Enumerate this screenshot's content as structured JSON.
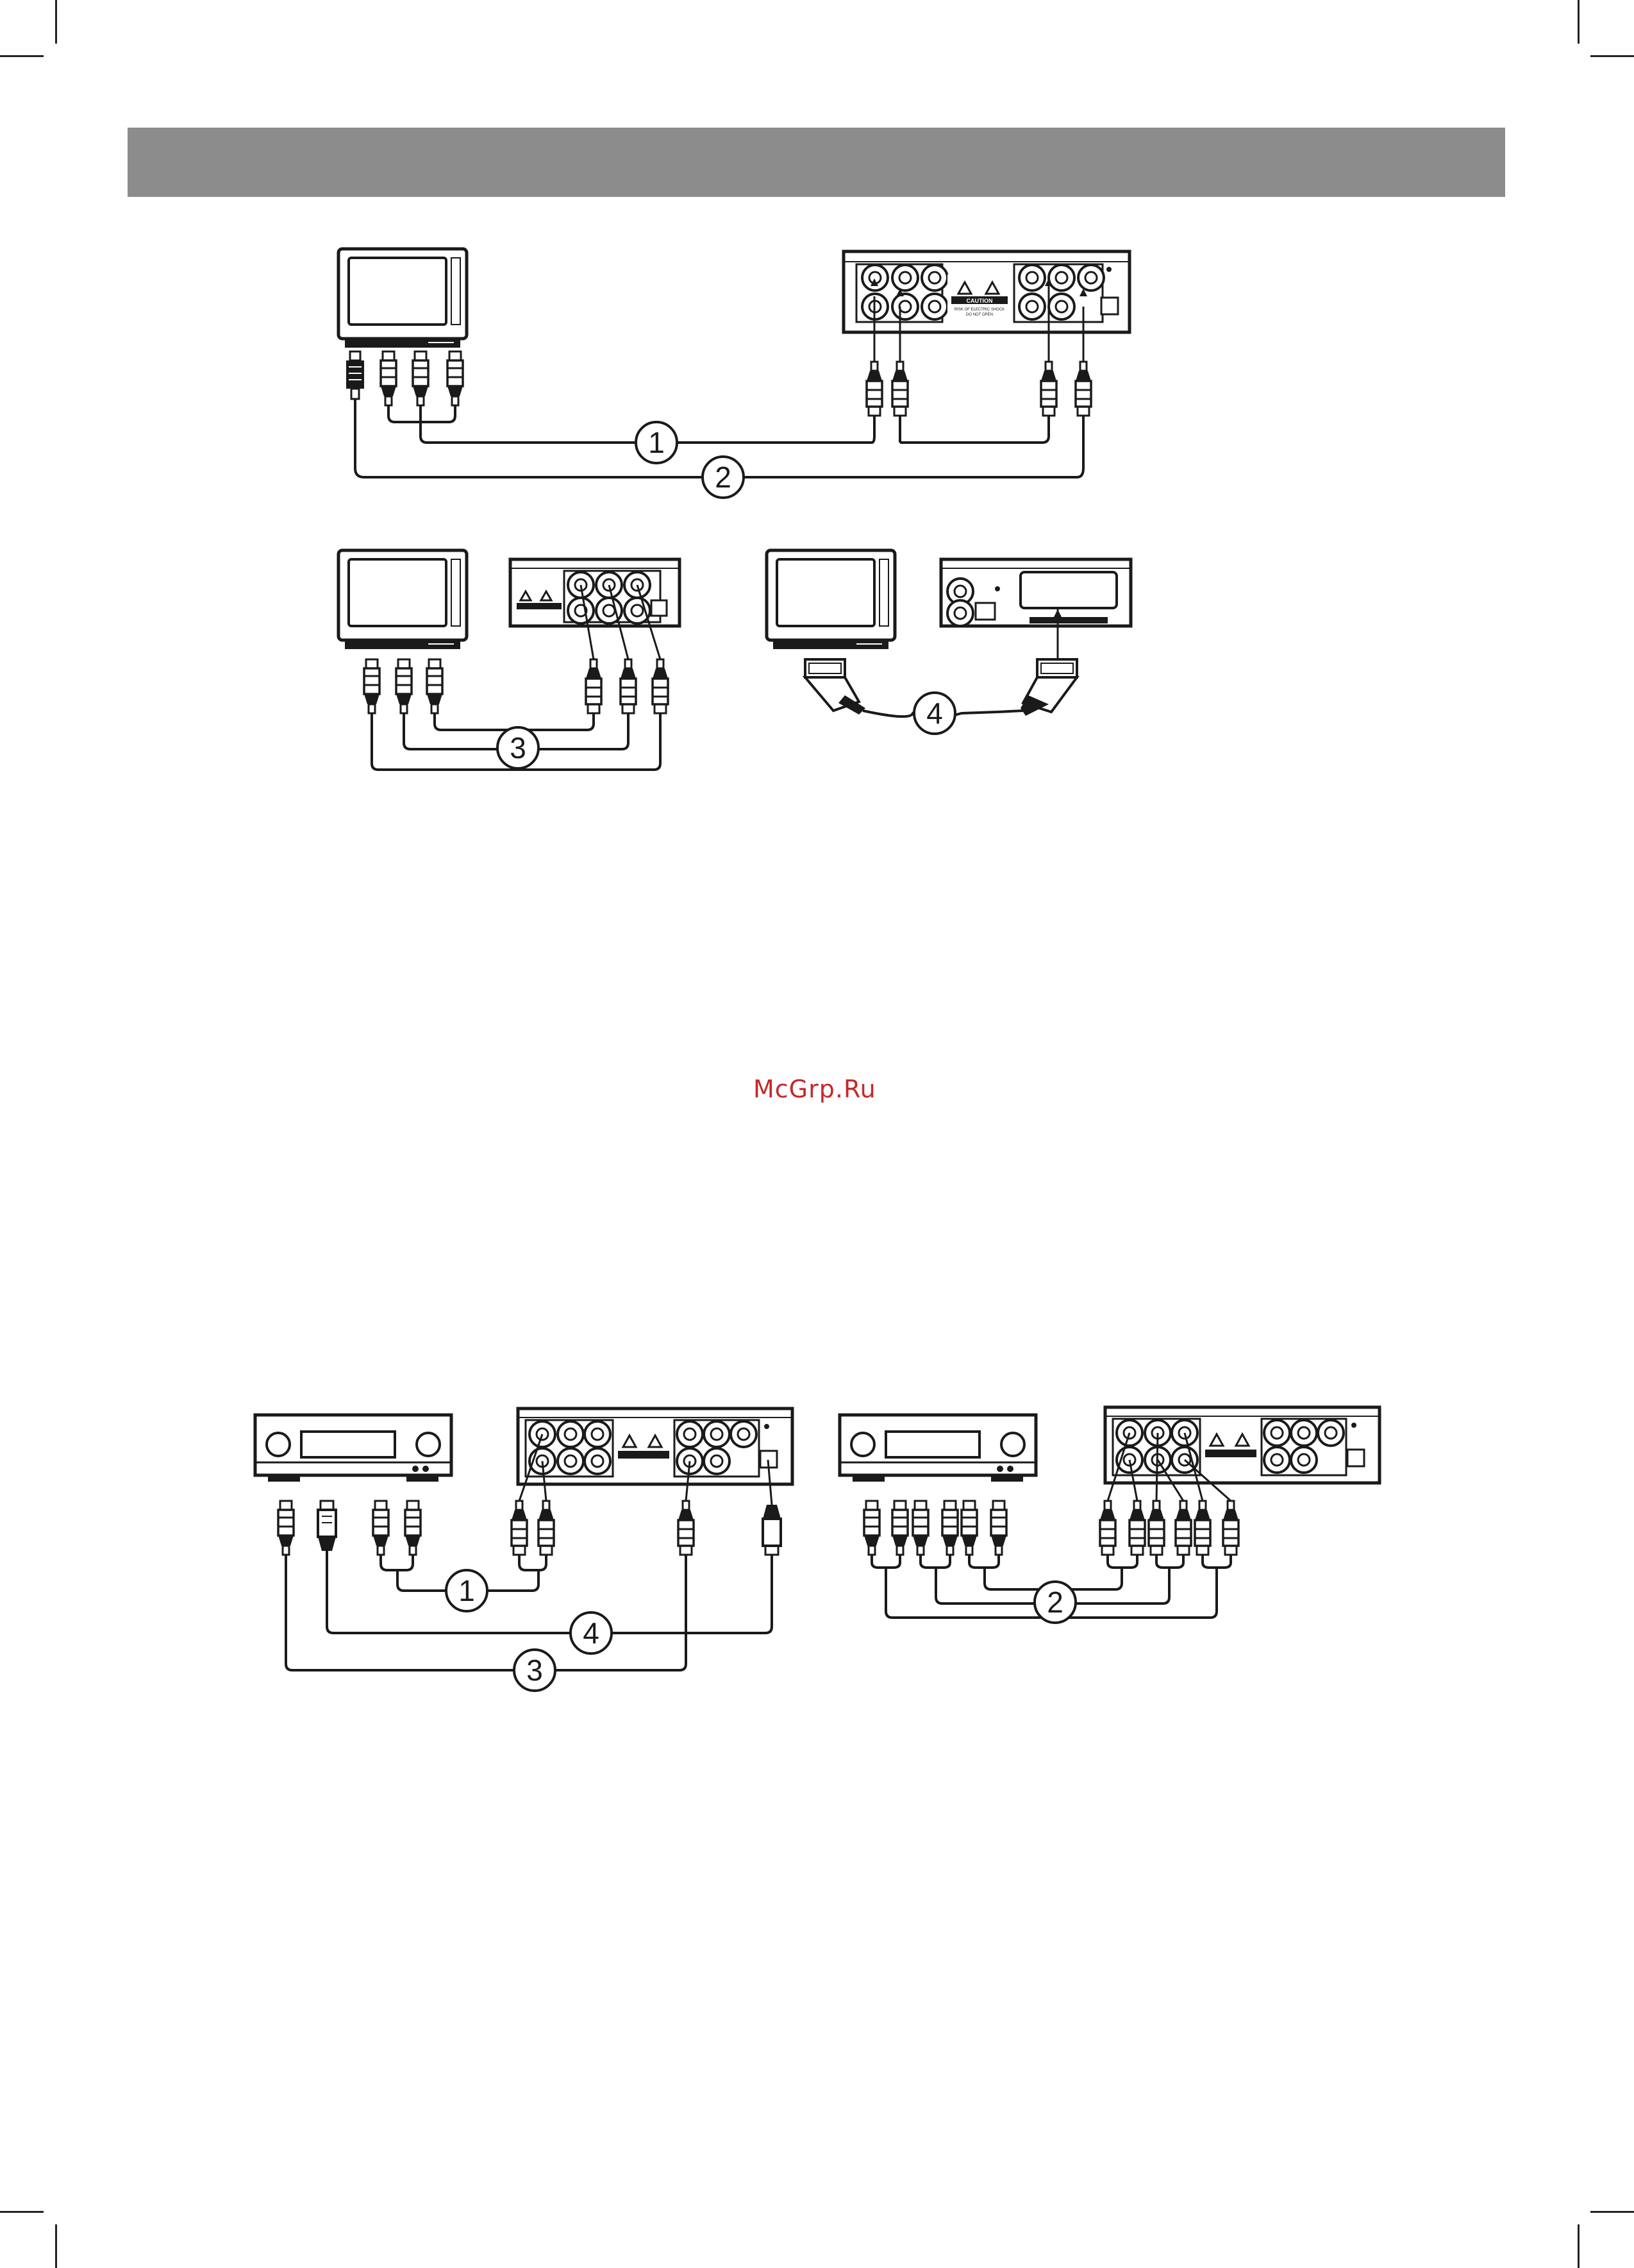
{
  "header": {
    "title": ""
  },
  "watermark": "McGrp.Ru",
  "panel": {
    "caution_title": "CAUTION",
    "caution_line1": "RISK OF ELECTRIC SHOCK",
    "caution_line2": "DO NOT OPEN"
  },
  "callouts": {
    "tv_1": "1",
    "tv_2": "2",
    "tv_3": "3",
    "tv_4": "4",
    "amp_1": "1",
    "amp_2": "2",
    "amp_3": "3",
    "amp_4": "4"
  },
  "colors": {
    "ink": "#1a1a1a",
    "header": "#8c8c8c",
    "watermark": "#c62828",
    "caution_bg": "#1a1a1a"
  },
  "icons": [
    "tv-icon",
    "dvd-player-rear-panel-icon",
    "amplifier-icon",
    "rca-plug-icon",
    "s-video-plug-icon",
    "scart-plug-icon",
    "coaxial-plug-icon",
    "optical-plug-icon"
  ]
}
